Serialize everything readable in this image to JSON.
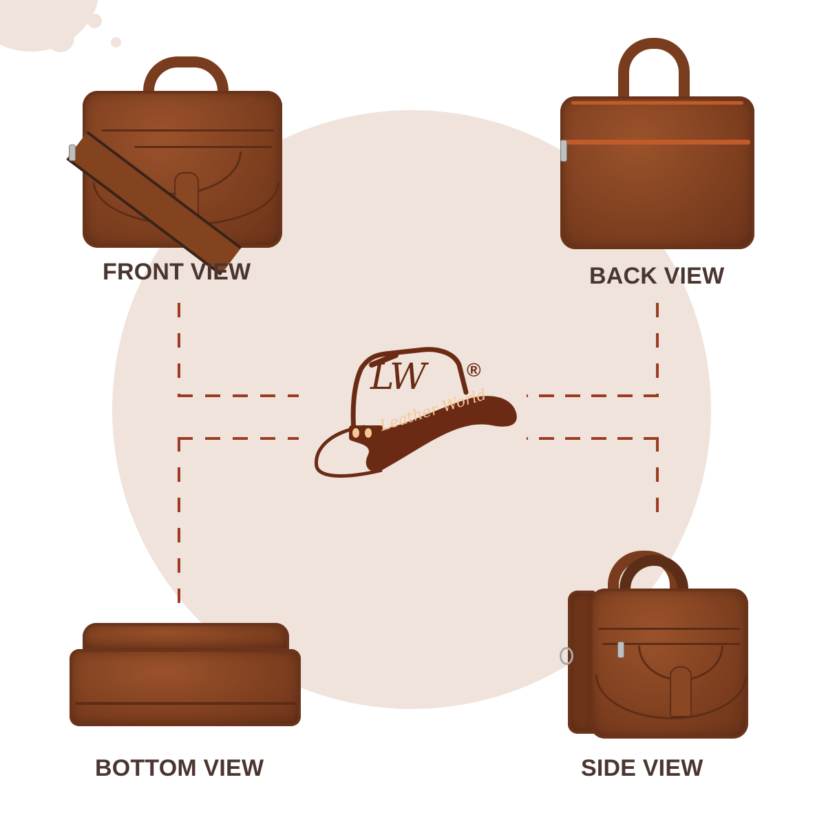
{
  "brand": {
    "monogram": "LW",
    "name": "Leather World",
    "registered_mark": "®"
  },
  "views": [
    {
      "id": "front",
      "label": "FRONT VIEW"
    },
    {
      "id": "back",
      "label": "BACK VIEW"
    },
    {
      "id": "bottom",
      "label": "BOTTOM VIEW"
    },
    {
      "id": "side",
      "label": "SIDE VIEW"
    }
  ],
  "colors": {
    "background": "#ffffff",
    "circle": "#f0e3db",
    "connector": "#9c3b22",
    "logo_brown": "#6b2a14",
    "logo_text": "#f5c896",
    "label_text": "#4a3530",
    "leather": "#7e3f1f",
    "zipper_accent": "#c15b2a"
  }
}
